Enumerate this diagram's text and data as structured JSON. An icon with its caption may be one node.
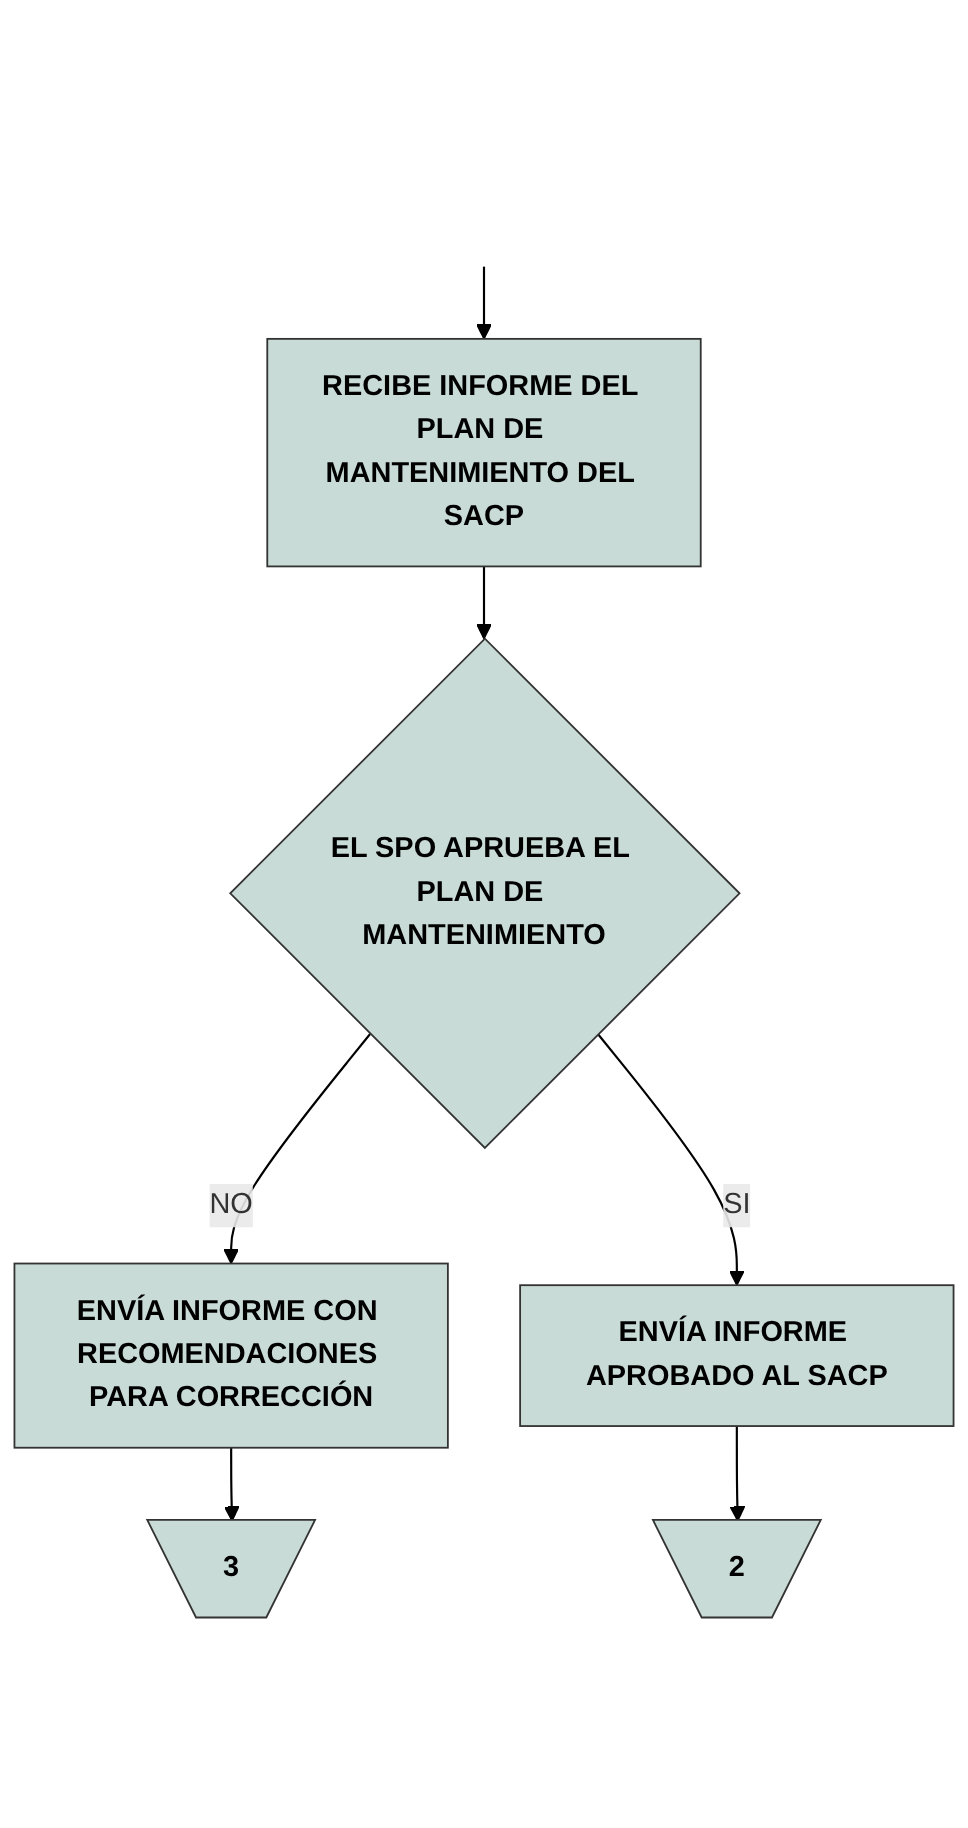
{
  "diagram": {
    "nodes": [
      {
        "text": [
          "RECIBE INFORME DEL PLAN DE MANTENIMIENTO DEL SACP"
        ]
      },
      {
        "text": [
          "EL SPO APRUEBA EL PLAN DE MANTENIMIENTO"
        ]
      },
      {
        "text": [
          "ENVÍA INFORME APROBADO AL SACP"
        ]
      },
      {
        "text": [
          "2"
        ]
      },
      {
        "text": [
          "ENVÍA INFORME CON RECOMENDACIONES PARA CORRECCIÓN"
        ]
      },
      {
        "text": [
          "3"
        ]
      }
    ],
    "edges": [
      {
        "from": null,
        "to": 0,
        "arrow": "to"
      },
      {
        "from": 0,
        "to": 1,
        "arrow": "to"
      },
      {
        "from": 1,
        "to": 4,
        "arrow": "to",
        "label": "NO"
      },
      {
        "from": 1,
        "to": 2,
        "arrow": "to",
        "label": "SI"
      },
      {
        "from": 2,
        "to": 3,
        "arrow": "to"
      },
      {
        "from": 4,
        "to": 5,
        "arrow": "to"
      }
    ]
  }
}
